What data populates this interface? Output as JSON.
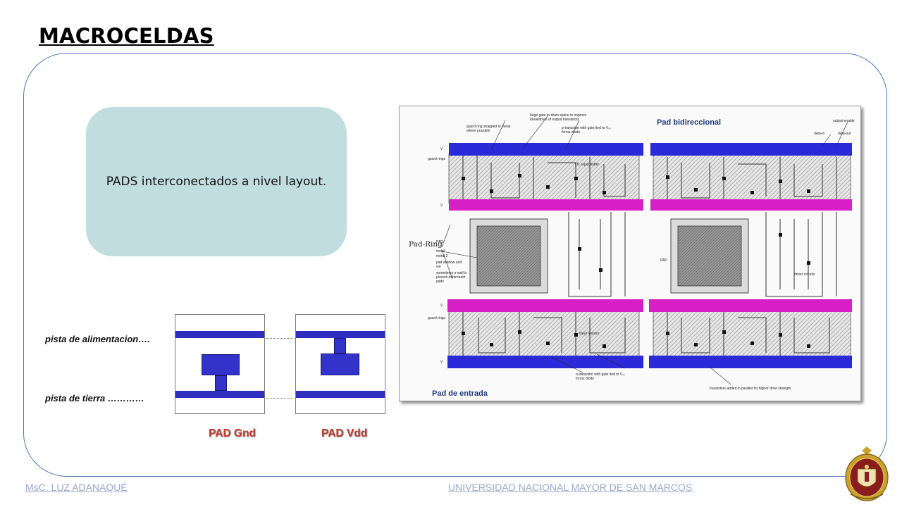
{
  "slide": {
    "title": "MACROCELDAS",
    "info_text": "PADS interconectados a nivel layout."
  },
  "diagram": {
    "supply_track_label": "pista de alimentacion….",
    "ground_track_label": "pista de tierra …………",
    "pad_gnd_label": "PAD Gnd",
    "pad_vdd_label": "PAD Vdd",
    "rail_color": "#2f2fbf",
    "label_color": "#c0392b"
  },
  "figure": {
    "title_bidirectional": "Pad bidireccional",
    "title_input": "Pad de entrada",
    "pad_ring_label": "Pad-Ring",
    "annotations": {
      "guard_ring_strapped": "guard ring strapped in metal where possible",
      "gate_to_drain": "large gate-to-drain space to improve breakdown of output transistors",
      "p_transistor": "p-transistor with gate tied to V₀₀ forms diode",
      "output_enable": "output-enable",
      "data_in": "data-in",
      "data_out": "data-out",
      "guard_rings": "guard rings",
      "ttl_buffer": "TTL input buffer",
      "pad": "PAD",
      "metal": "metal",
      "metal2": "metal 2",
      "pad_window": "pad window and via",
      "n_well": "sometimes n-well is placed underneath pads",
      "pad_right": "PAD",
      "driver_circuits": "driver circuits",
      "input_resistor": "input resistor",
      "n_transistor": "n-transistor with gate tied to Vₛₛ forms diode",
      "transistors_parallel": "transistors added in parallel for higher drive strength",
      "vdd_1": "V",
      "vss_1": "V",
      "vdd_2": "V",
      "vss_2": "V"
    },
    "rail_blue": "#2a2ad8",
    "rail_magenta": "#d61fc4"
  },
  "footer": {
    "author": "MsC. LUZ ADANAQUÉ",
    "university": "UNIVERSIDAD NACIONAL MAYOR DE SAN MARCOS"
  },
  "logo": {
    "icon": "university-crest-icon"
  }
}
